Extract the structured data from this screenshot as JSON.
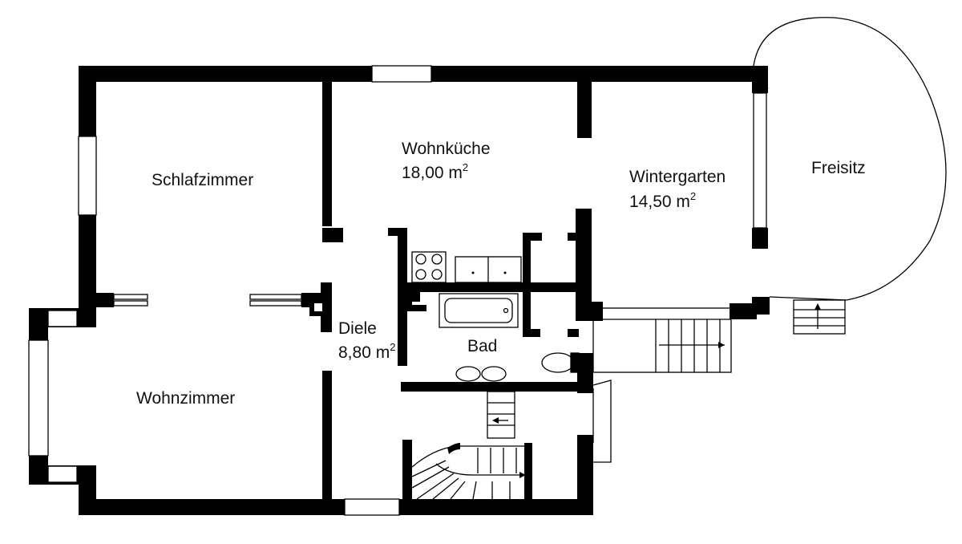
{
  "rooms": [
    {
      "name": "Schlafzimmer",
      "area": "",
      "unit": ""
    },
    {
      "name": "Wohnküche",
      "area": "18,00 m",
      "unit": "2"
    },
    {
      "name": "Wintergarten",
      "area": "14,50 m",
      "unit": "2"
    },
    {
      "name": "Freisitz",
      "area": "",
      "unit": ""
    },
    {
      "name": "Diele",
      "area": "8,80 m",
      "unit": "2"
    },
    {
      "name": "Bad",
      "area": "",
      "unit": ""
    },
    {
      "name": "Wohnzimmer",
      "area": "",
      "unit": ""
    }
  ],
  "colors": {
    "wall": "#000000",
    "background": "#ffffff",
    "text": "#111111"
  }
}
